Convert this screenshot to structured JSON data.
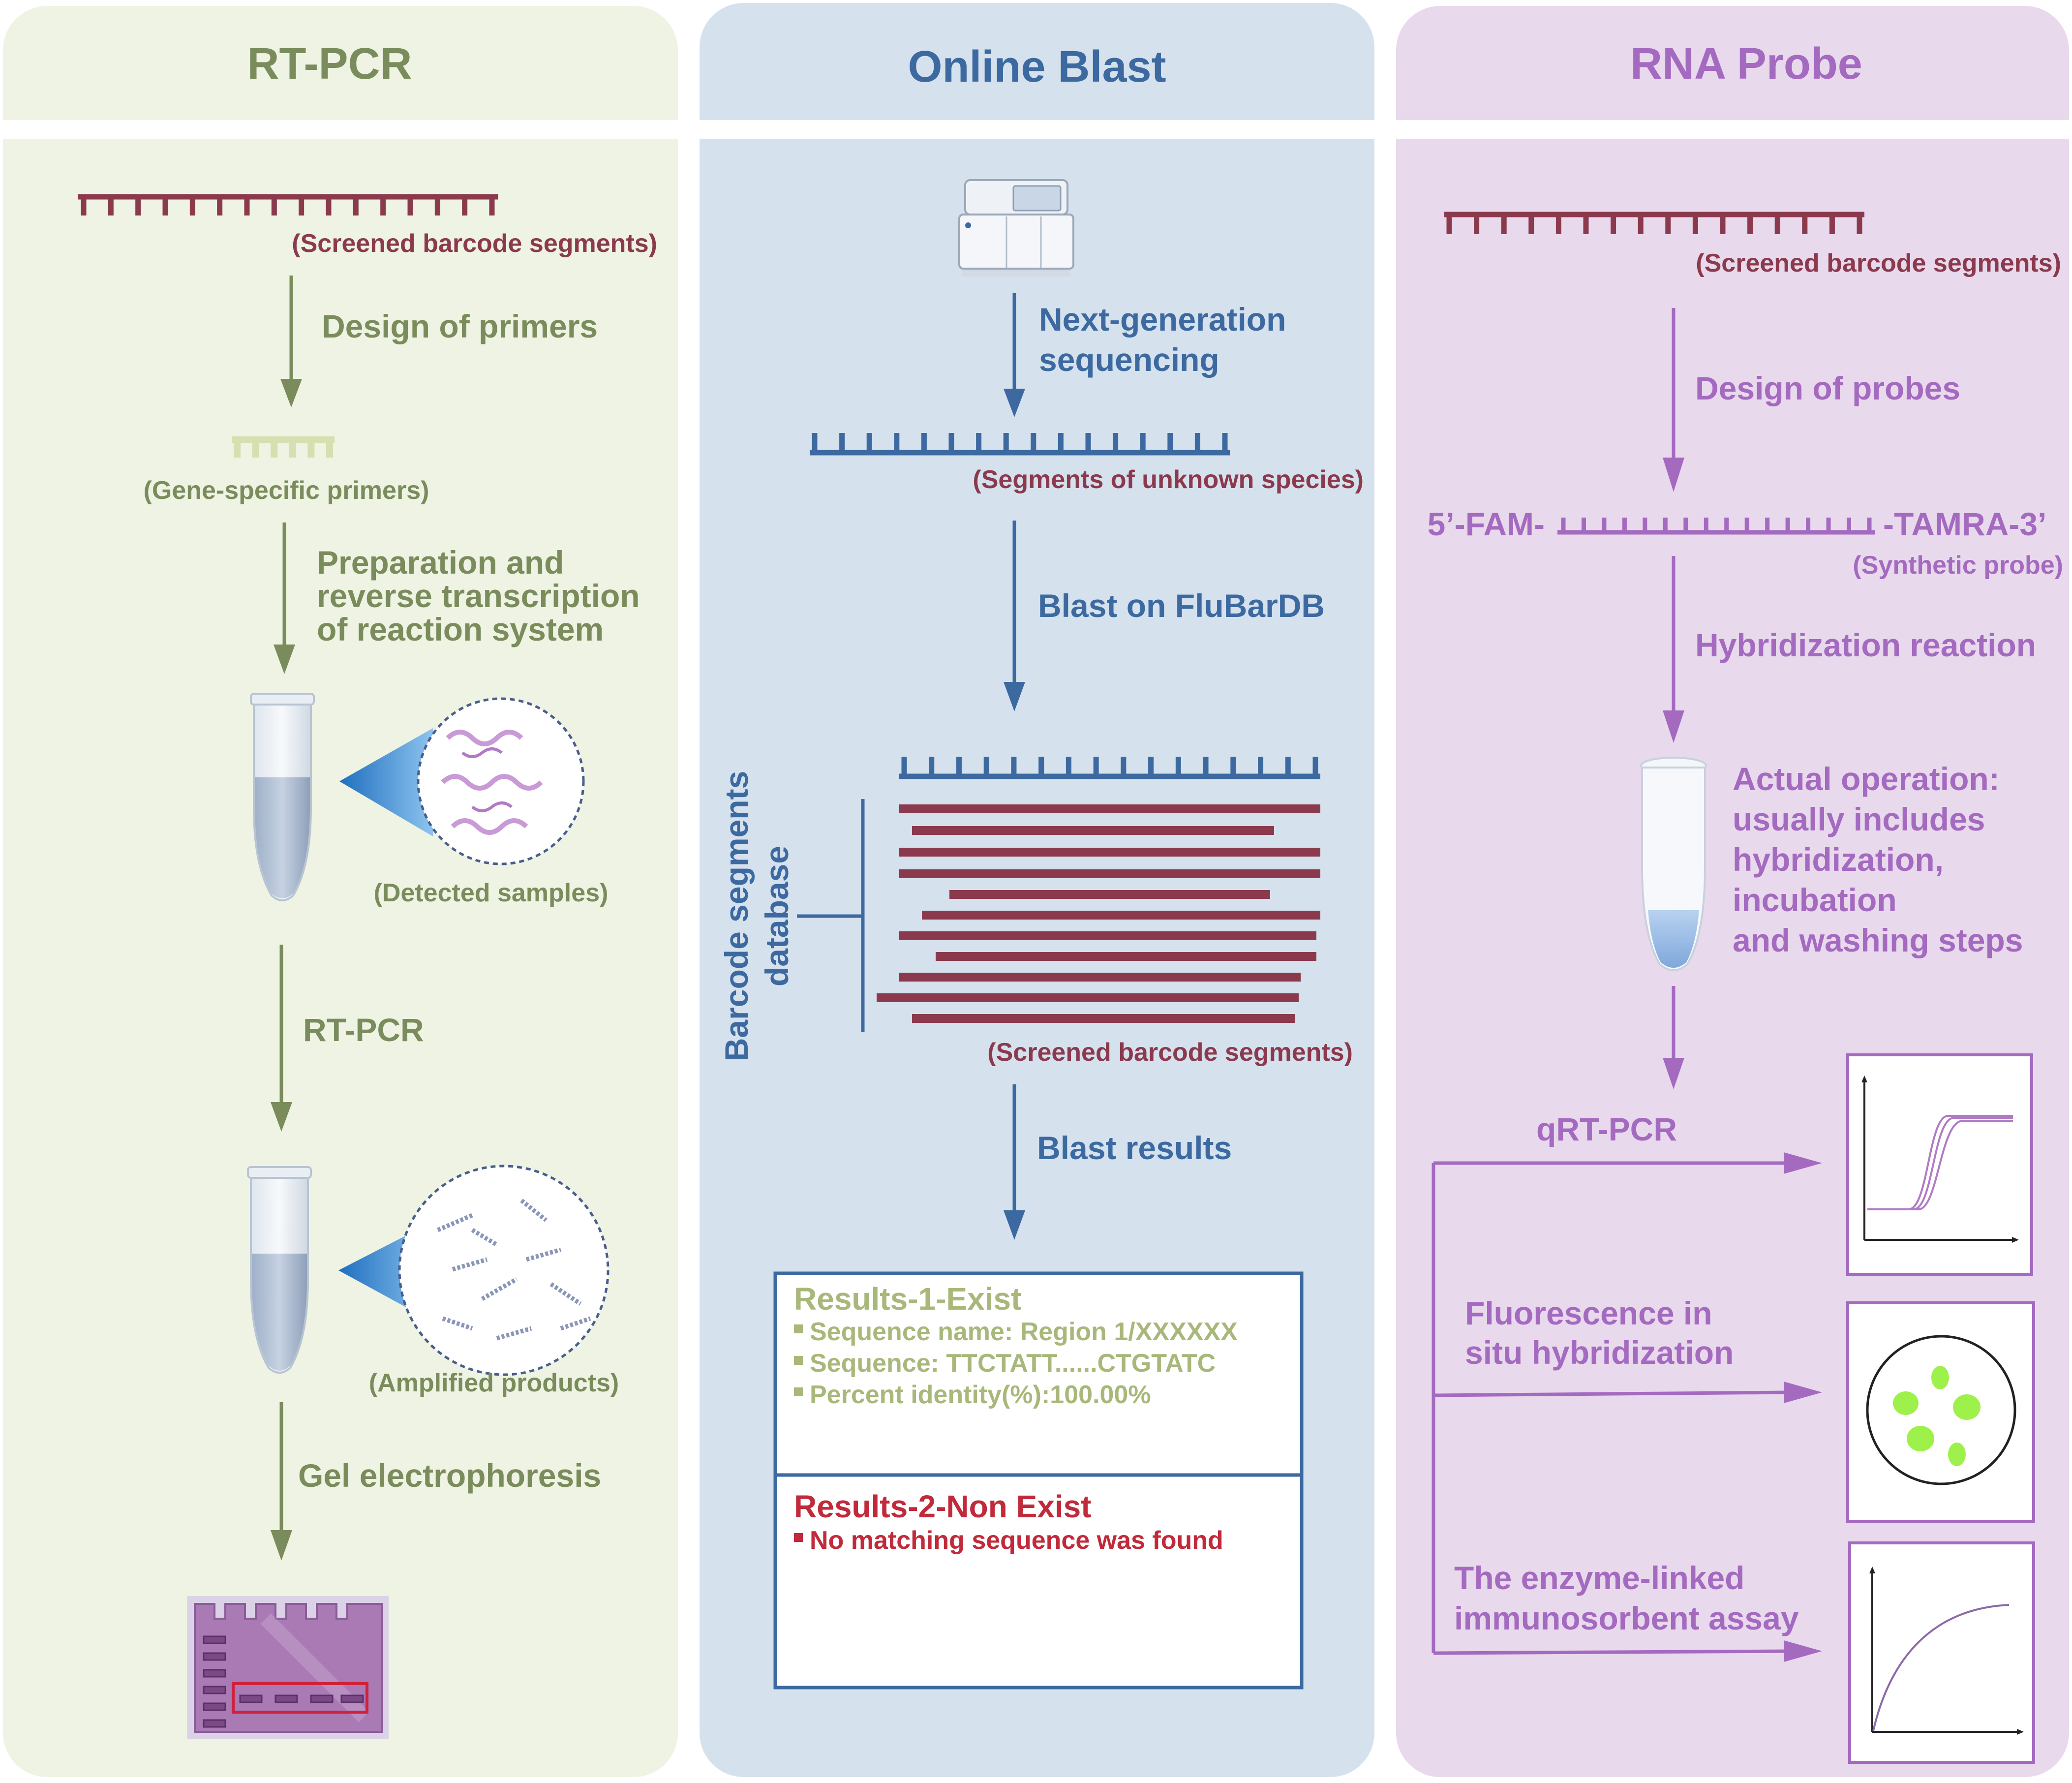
{
  "colors": {
    "rt_panel_bg": "#eef3e3",
    "blast_panel_bg": "#d6e1ee",
    "probe_panel_bg": "#e8d9ec",
    "rt_text": "#7a8c5c",
    "blast_text": "#3c6aa0",
    "probe_text": "#a46ac0",
    "barcode_red": "#8b3a4e",
    "primer_light": "#d6dfb0",
    "result1_text": "#a8b87a",
    "result2_text": "#c02a3a",
    "tube_blue": "#3c8cd0",
    "spot_green": "#9ef04a"
  },
  "panels": {
    "rt_pcr": {
      "title": "RT-PCR",
      "barcode_label": "(Screened barcode segments)",
      "step1": "Design of primers",
      "primer_label": "(Gene-specific primers)",
      "step2_lines": [
        "Preparation and",
        "reverse transcription",
        "of reaction system"
      ],
      "detected_label": "(Detected samples)",
      "step3": "RT-PCR",
      "amplified_label": "(Amplified products)",
      "step4": "Gel electrophoresis"
    },
    "online_blast": {
      "title": "Online Blast",
      "step1_lines": [
        "Next-generation",
        "sequencing"
      ],
      "unknown_label": "(Segments of unknown species)",
      "step2": "Blast on FluBarDB",
      "database_lines": [
        "Barcode segments",
        "database"
      ],
      "screened_label": "(Screened barcode segments)",
      "step3": "Blast results",
      "result1": {
        "title": "Results-1-Exist",
        "items": [
          "Sequence name: Region 1/XXXXXX",
          "Sequence: TTCTATT......CTGTATC",
          "Percent identity(%):100.00%"
        ]
      },
      "result2": {
        "title": "Results-2-Non Exist",
        "items": [
          "No matching sequence was found"
        ]
      }
    },
    "rna_probe": {
      "title": "RNA Probe",
      "barcode_label": "(Screened barcode segments)",
      "step1": "Design of probes",
      "probe_left": "5’-FAM-",
      "probe_right": "-TAMRA-3’",
      "probe_label": "(Synthetic probe)",
      "step2": "Hybridization reaction",
      "operation_lines": [
        "Actual operation:",
        "usually includes",
        "hybridization,",
        "incubation",
        "and washing steps"
      ],
      "method1": "qRT-PCR",
      "method2_lines": [
        "Fluorescence in",
        "situ hybridization"
      ],
      "method3_lines": [
        "The enzyme-linked",
        "immunosorbent assay"
      ]
    }
  }
}
